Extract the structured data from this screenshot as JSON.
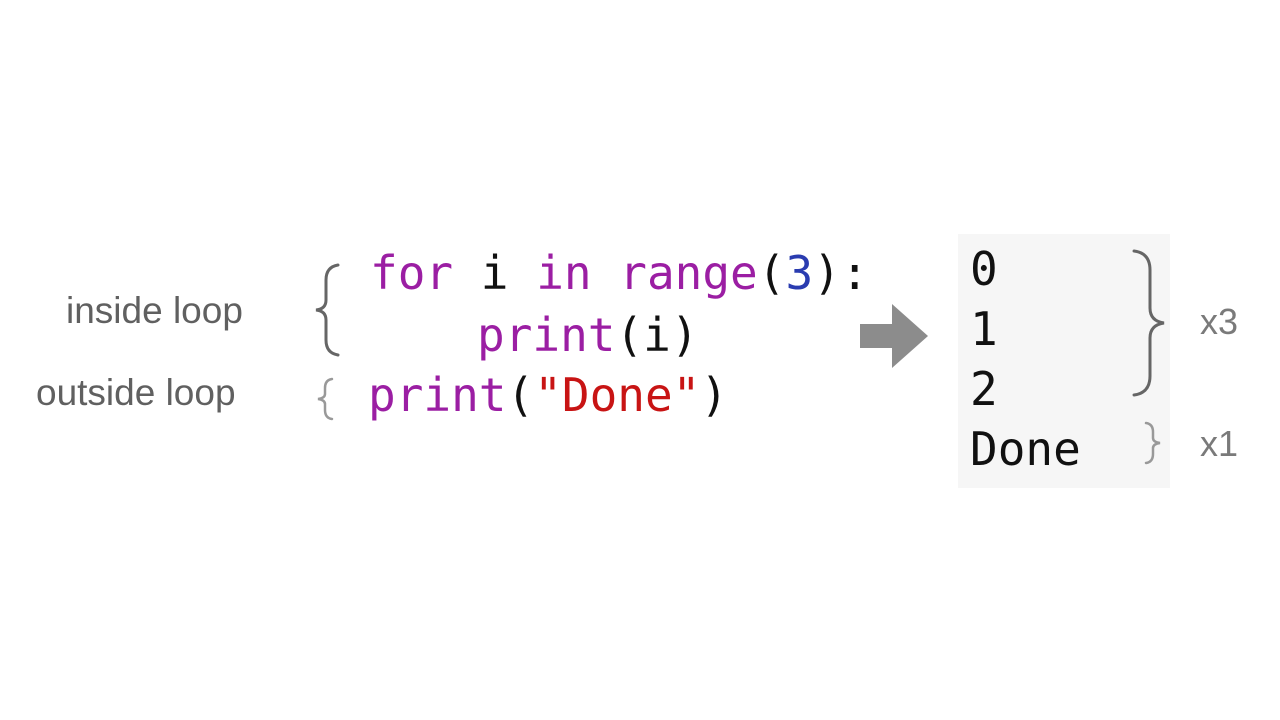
{
  "labels": {
    "inside": "inside loop",
    "outside": "outside loop"
  },
  "code": {
    "line1": {
      "for_kw": "for",
      "var": " i ",
      "in_kw": "in",
      "range_fn": " range",
      "open_paren": "(",
      "arg": "3",
      "close": "):"
    },
    "line2": {
      "print_fn": "print",
      "args": "(i)"
    },
    "line3": {
      "print_fn": "print",
      "open": "(",
      "string": "\"Done\"",
      "close": ")"
    }
  },
  "output": {
    "lines": [
      "0",
      "1",
      "2",
      "Done"
    ]
  },
  "multipliers": {
    "loop": "x3",
    "after": "x1"
  },
  "colors": {
    "keyword": "#9b1ea3",
    "number": "#2a3cb0",
    "string": "#c81414",
    "arrow": "#8c8c8c",
    "brace": "#666666"
  },
  "icons": {
    "arrow": "right-arrow-icon"
  }
}
